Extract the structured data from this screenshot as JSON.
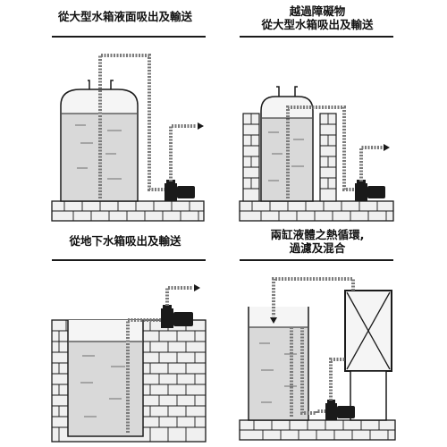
{
  "panels": [
    {
      "caption_lines": [
        "從大型水箱液面吸出及輸送"
      ]
    },
    {
      "caption_lines": [
        "越過障礙物",
        "從大型水箱吸出及輸送"
      ]
    },
    {
      "caption_lines": [
        "從地下水箱吸出及輸送"
      ]
    },
    {
      "caption_lines": [
        "兩缸液體之熱循環,",
        "過濾及混合"
      ]
    }
  ],
  "colors": {
    "ink": "#1a1a1a",
    "liquid": "#d9d9d9",
    "tank_fill": "#f5f5f5",
    "brick_fill": "#f0f0f0",
    "pipe": "#7a7a7a"
  }
}
